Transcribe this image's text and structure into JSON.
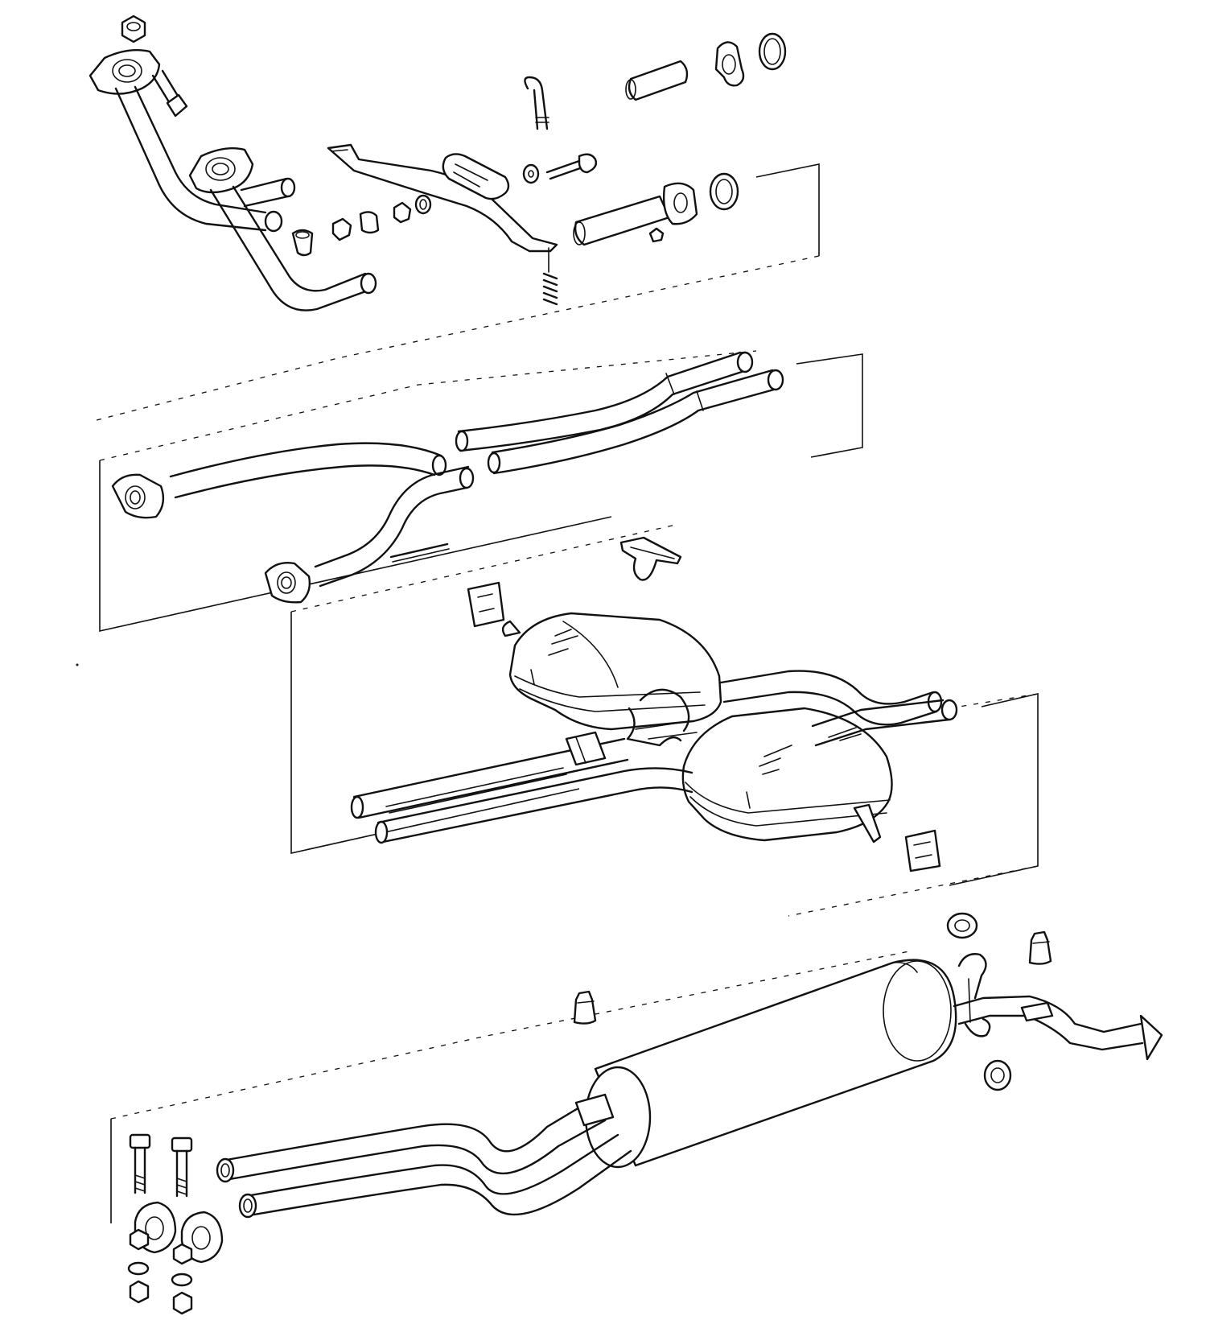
{
  "diagram": {
    "type": "exploded-parts-diagram",
    "colors": {
      "line": "#111111",
      "background": "#ffffff"
    },
    "groups": [
      {
        "id": "front-pipes",
        "parts": [
          "flange-nut",
          "exhaust-flange",
          "flange-bolt",
          "front-exhaust-pipe-left",
          "front-exhaust-pipe-right",
          "mounting-bracket",
          "slotted-strap",
          "u-bolt",
          "clamp-bolt",
          "washer",
          "bushing-set",
          "connector-sleeve",
          "flange-gasket-ring",
          "spring"
        ]
      },
      {
        "id": "intermediate-pipes",
        "parts": [
          "intermediate-pipe-left",
          "intermediate-pipe-right",
          "pipe-flange-left",
          "pipe-flange-right",
          "heat-shield-strip",
          "hanger-bracket"
        ]
      },
      {
        "id": "center-mufflers",
        "parts": [
          "rubber-mount-left",
          "rubber-mount-right",
          "center-muffler-left",
          "center-muffler-right",
          "muffler-inlet-pipes",
          "muffler-outlet-pipes"
        ]
      },
      {
        "id": "rear-muffler",
        "parts": [
          "rear-muffler",
          "tail-pipe",
          "rubber-ring",
          "rubber-buffer",
          "hook-hanger",
          "clamp-bolts",
          "pipe-clamps",
          "nuts"
        ]
      }
    ]
  }
}
